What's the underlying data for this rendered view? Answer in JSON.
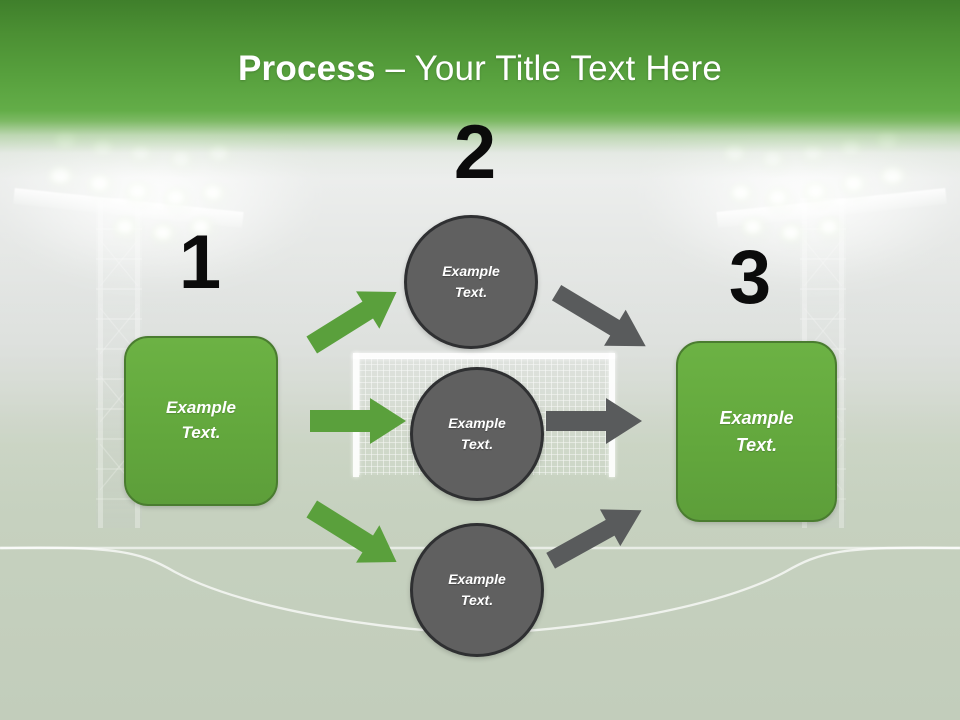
{
  "slide": {
    "title_strong": "Process",
    "title_rest": " – Your Title Text Here",
    "title_full": "Process – Your Title Text Here"
  },
  "theme": {
    "header_green_dark": "#3f7f2b",
    "header_green_light": "#63ad48",
    "box_green": "#63a83d",
    "box_green_border": "#4a7c30",
    "circle_gray": "#606060",
    "circle_gray_border": "#2f3032",
    "arrow_green": "#5aa03c",
    "arrow_gray": "#595b5c",
    "number_color": "#0b0b0b",
    "text_white": "#ffffff"
  },
  "steps": [
    {
      "number": "1",
      "label": "Example\nText.",
      "line1": "Example",
      "line2": "Text."
    },
    {
      "number": "2",
      "label": "Example\nText.",
      "line1": "Example",
      "line2": "Text."
    },
    {
      "number": "3",
      "label": "Example\nText.",
      "line1": "Example",
      "line2": "Text."
    }
  ],
  "nodes": {
    "left_box": {
      "line1": "Example",
      "line2": "Text."
    },
    "circle_top": {
      "line1": "Example",
      "line2": "Text."
    },
    "circle_middle": {
      "line1": "Example",
      "line2": "Text."
    },
    "circle_bottom": {
      "line1": "Example",
      "line2": "Text."
    },
    "right_box": {
      "line1": "Example",
      "line2": "Text."
    }
  },
  "arrows": [
    {
      "name": "arrow-left-to-top-circle",
      "color": "#5aa03c",
      "direction": "up-right"
    },
    {
      "name": "arrow-left-to-middle-circle",
      "color": "#5aa03c",
      "direction": "right"
    },
    {
      "name": "arrow-left-to-bottom-circle",
      "color": "#5aa03c",
      "direction": "down-right"
    },
    {
      "name": "arrow-top-circle-to-right",
      "color": "#595b5c",
      "direction": "down-right"
    },
    {
      "name": "arrow-middle-circle-to-right",
      "color": "#595b5c",
      "direction": "right"
    },
    {
      "name": "arrow-bottom-circle-to-right",
      "color": "#595b5c",
      "direction": "up-right"
    }
  ],
  "background": {
    "scene": "soccer-stadium-pitch-with-goal-and-floodlights",
    "elements": [
      "floodlight-tower-left",
      "floodlight-tower-right",
      "soccer-goal",
      "pitch-center-circle-arc"
    ]
  }
}
